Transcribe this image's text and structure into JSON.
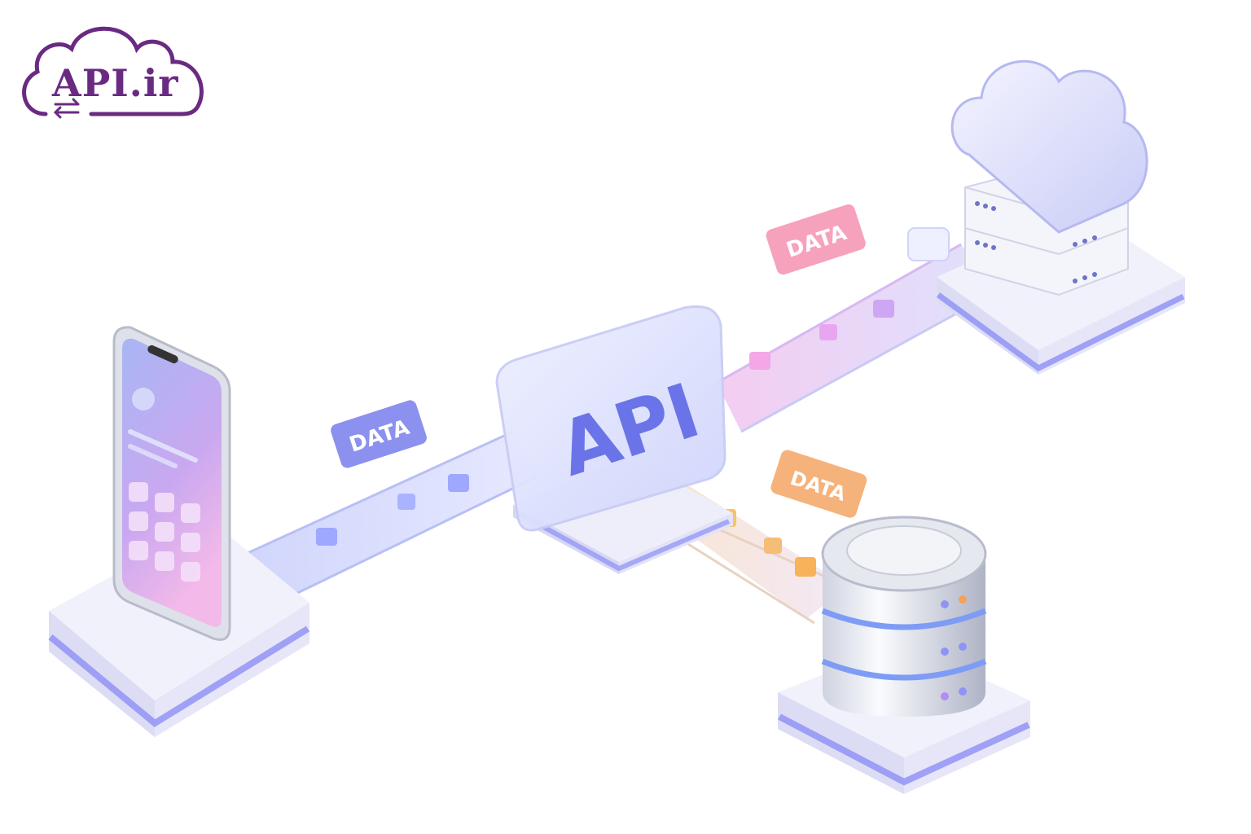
{
  "logo": {
    "text": "API.ir",
    "icon": "cloud-exchange-icon",
    "color": "#6a2a82"
  },
  "hub": {
    "label": "API",
    "color": "#6a74e8"
  },
  "nodes": {
    "client": {
      "icon": "smartphone-icon"
    },
    "cloud": {
      "icon": "cloud-server-icon"
    },
    "database": {
      "icon": "database-icon"
    }
  },
  "tags": {
    "left": {
      "label": "DATA",
      "color": "#8c90ee"
    },
    "top_right": {
      "label": "DATA",
      "color": "#f6a2bd"
    },
    "bottom_right": {
      "label": "DATA",
      "color": "#f5b27a"
    }
  },
  "colors": {
    "accent_blue": "#7b7ff0",
    "accent_pink": "#f08ad6",
    "accent_orange": "#f7b45e",
    "platform": "#eeeefb"
  }
}
